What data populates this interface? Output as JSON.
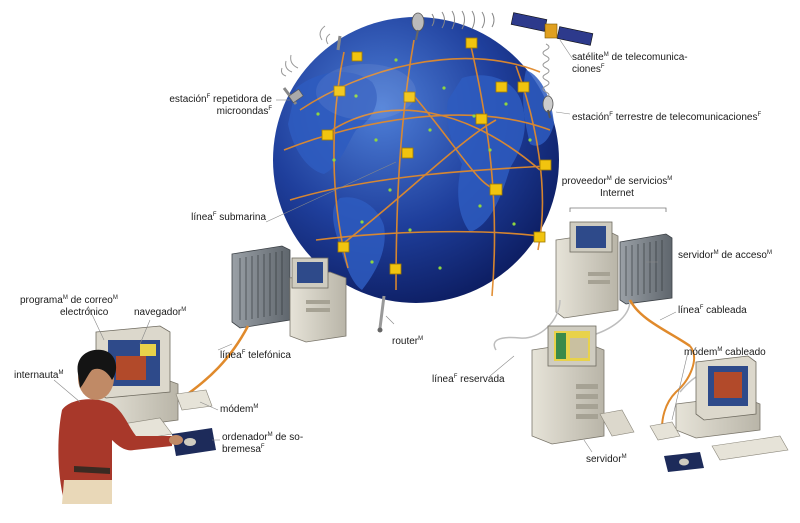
{
  "labels": {
    "satellite": {
      "line1": "satélite",
      "g1": "M",
      "line1b": " de telecomunica-",
      "line2": "ciones",
      "g2": "F"
    },
    "microwave": {
      "line1": "estación",
      "g1": "F",
      "line1b": " repetidora de",
      "line2": "microondas",
      "g2": "F"
    },
    "earth_station": {
      "text": "estación",
      "g1": "F",
      "text2": " terrestre de telecomunicaciones",
      "g2": "F"
    },
    "submarine": {
      "text": "línea",
      "g1": "F",
      "text2": " submarina"
    },
    "provider": {
      "line1": "proveedor",
      "g1": "M",
      "line1b": " de servicios",
      "g2": "M",
      "line2": "Internet"
    },
    "access_server": {
      "text": "servidor",
      "g1": "M",
      "text2": " de acceso",
      "g2": "M"
    },
    "router": {
      "text": "router",
      "g1": "M"
    },
    "phone_line": {
      "text": "línea",
      "g1": "F",
      "text2": " telefónica"
    },
    "cable_line": {
      "text": "línea",
      "g1": "F",
      "text2": " cableada"
    },
    "email_program": {
      "line1": "programa",
      "g1": "M",
      "line1b": " de correo",
      "g2": "M",
      "line2": "electrónico"
    },
    "browser": {
      "text": "navegador",
      "g1": "M"
    },
    "internaut": {
      "text": "internauta",
      "g1": "M"
    },
    "modem": {
      "text": "módem",
      "g1": "M"
    },
    "desktop": {
      "line1": "ordenador",
      "g1": "M",
      "line1b": " de so-",
      "line2": "bremesa",
      "g2": "F"
    },
    "leased_line": {
      "text": "línea",
      "g1": "F",
      "text2": " reservada"
    },
    "cable_modem": {
      "text": "módem",
      "g1": "M",
      "text2": " cableado"
    },
    "server": {
      "text": "servidor",
      "g1": "M"
    }
  }
}
